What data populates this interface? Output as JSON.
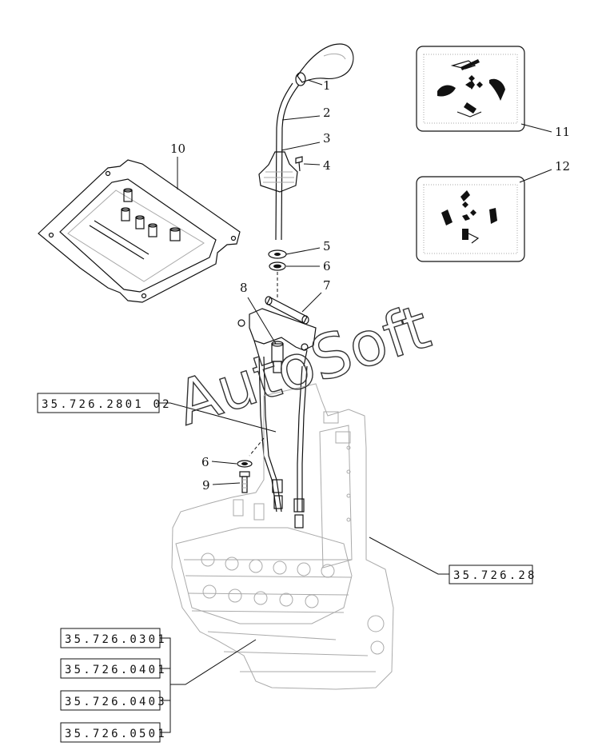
{
  "parts": {
    "p1": "1",
    "p2": "2",
    "p3": "3",
    "p4": "4",
    "p5": "5",
    "p6a": "6",
    "p6b": "6",
    "p7": "7",
    "p8": "8",
    "p9": "9",
    "p10": "10",
    "p11": "11",
    "p12": "12"
  },
  "references": {
    "ref_280102": "35.726.2801 02",
    "ref_28": "35.726.28",
    "ref_0301": "35.726.0301",
    "ref_0401": "35.726.0401",
    "ref_0403": "35.726.0403",
    "ref_0501": "35.726.0501"
  },
  "watermark": "AutoSoft"
}
